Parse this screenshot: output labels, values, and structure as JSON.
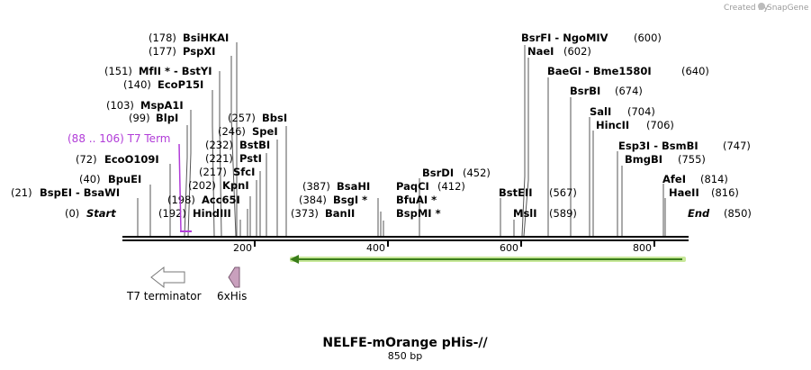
{
  "credit": {
    "prefix": "Created by",
    "brand": "SnapGene"
  },
  "title": "NELFE-mOrange pHis-//",
  "length": "850 bp",
  "ruler_ticks": [
    "200",
    "400",
    "600",
    "800"
  ],
  "left_labels": [
    {
      "pos": "(178)",
      "name": "BsiHKAI"
    },
    {
      "pos": "(177)",
      "name": "PspXI"
    },
    {
      "pos": "(151)",
      "name": "MfII * - BstYI"
    },
    {
      "pos": "(140)",
      "name": "EcoP15I"
    },
    {
      "pos": "(103)",
      "name": "MspA1I"
    },
    {
      "pos": "(99)",
      "name": "BlpI"
    },
    {
      "pos": "(72)",
      "name": "EcoO109I"
    },
    {
      "pos": "(40)",
      "name": "BpuEI"
    },
    {
      "pos": "(21)",
      "name": "BspEI - BsaWI"
    },
    {
      "pos": "(0)",
      "name": "Start"
    }
  ],
  "terminator_label": "(88 .. 106)  T7 Term",
  "mid_labels": [
    {
      "pos": "(257)",
      "name": "BbsI"
    },
    {
      "pos": "(246)",
      "name": "SpeI"
    },
    {
      "pos": "(232)",
      "name": "BstBI"
    },
    {
      "pos": "(221)",
      "name": "PstI"
    },
    {
      "pos": "(217)",
      "name": "SfcI"
    },
    {
      "pos": "(202)",
      "name": "KpnI"
    },
    {
      "pos": "(198)",
      "name": "Acc65I"
    },
    {
      "pos": "(192)",
      "name": "HindIII"
    }
  ],
  "center_labels": [
    {
      "pos": "(387)",
      "name": "BsaHI"
    },
    {
      "pos": "(384)",
      "name": "BsgI *"
    },
    {
      "pos": "(373)",
      "name": "BanII"
    },
    {
      "pos": "(452)",
      "name": "BsrDI"
    },
    {
      "pos": "(412)",
      "name": "PaqCI"
    },
    {
      "pos": "",
      "name": "BfuAI *"
    },
    {
      "pos": "",
      "name": "BspMI *"
    }
  ],
  "right_labels": [
    {
      "pos": "(600)",
      "name": "BsrFI - NgoMIV"
    },
    {
      "pos": "(602)",
      "name": "NaeI"
    },
    {
      "pos": "(640)",
      "name": "BaeGI - Bme1580I"
    },
    {
      "pos": "(674)",
      "name": "BsrBI"
    },
    {
      "pos": "(704)",
      "name": "SalI"
    },
    {
      "pos": "(706)",
      "name": "HincII"
    },
    {
      "pos": "(747)",
      "name": "Esp3I - BsmBI"
    },
    {
      "pos": "(755)",
      "name": "BmgBI"
    },
    {
      "pos": "(814)",
      "name": "AfeI"
    },
    {
      "pos": "(816)",
      "name": "HaeII"
    },
    {
      "pos": "(850)",
      "name": "End"
    },
    {
      "pos": "(567)",
      "name": "BstEII"
    },
    {
      "pos": "(589)",
      "name": "MslI"
    }
  ],
  "features": [
    {
      "name": "T7 terminator",
      "color": "#ffffff",
      "direction": "reverse"
    },
    {
      "name": "6xHis",
      "color": "#c9a0bd",
      "direction": "reverse"
    }
  ],
  "orf_color": "#3a7d1a",
  "orf_highlight": "#c8e89a",
  "terminator_color": "#b13cd8"
}
